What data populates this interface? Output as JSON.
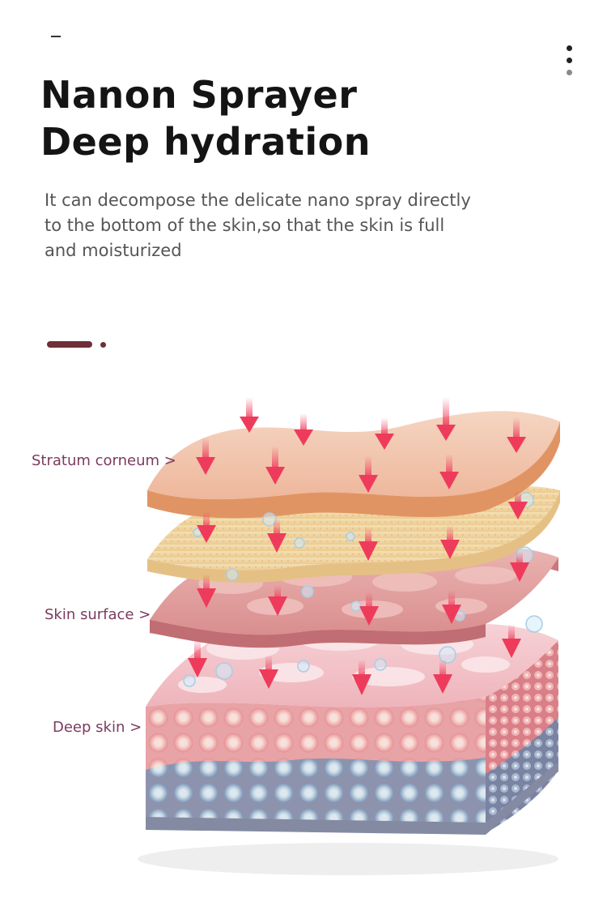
{
  "header": {
    "title_line1": "Nanon Sprayer",
    "title_line2": "Deep hydration",
    "description": "It can decompose the delicate nano spray directly to the bottom of the skin,so that the skin is full and moisturized"
  },
  "labels": {
    "stratum_corneum": "Stratum corneum >",
    "skin_surface": "Skin surface >",
    "deep_skin": "Deep skin >"
  },
  "colors": {
    "accent": "#6e2f38",
    "label_text": "#7b3b5e",
    "arrow": "#ee3b5b",
    "stratum_layer": "#f2c6a8",
    "yellow_layer": "#f1d7a6",
    "surface_layer": "#e2a2a0",
    "deep_top": "#f3c4ca",
    "deep_pink_cells": "#f0a2a6",
    "deep_blue_cells": "#8fa7c4"
  },
  "icons": {
    "menu": "more-vertical-icon",
    "arrows": "down-arrow-icon",
    "droplets": "water-droplet-icon"
  }
}
